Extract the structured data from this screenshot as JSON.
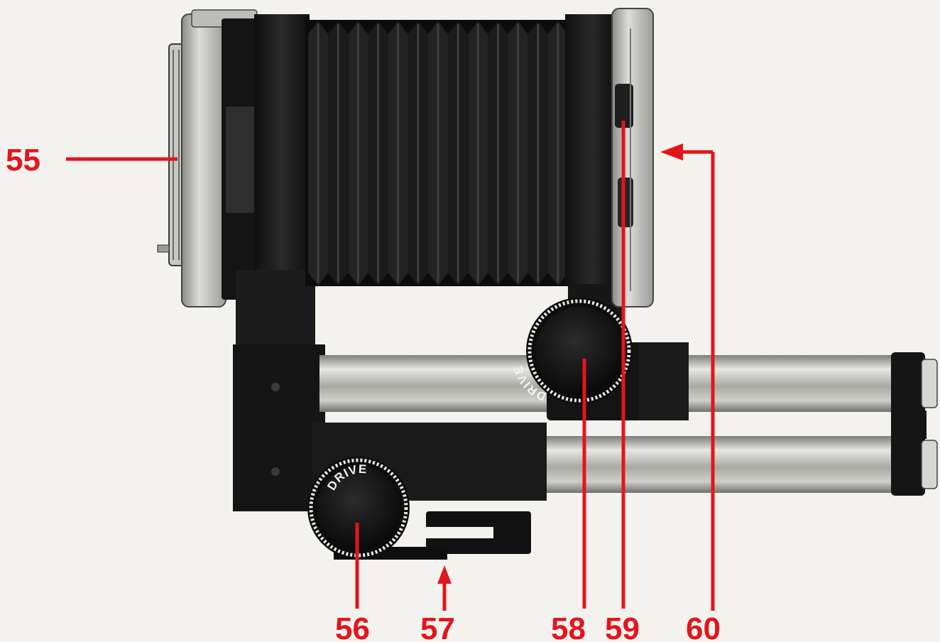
{
  "colors": {
    "callout": "#e3151c",
    "background": "#f4f2ee",
    "body": "#1a1a1a",
    "chrome": "#b7b7b2"
  },
  "knobs": {
    "front_knob_label": "DRIVE",
    "rear_knob_label": "DRIVE"
  },
  "callouts": [
    {
      "id": "55",
      "label": "55"
    },
    {
      "id": "56",
      "label": "56"
    },
    {
      "id": "57",
      "label": "57"
    },
    {
      "id": "58",
      "label": "58"
    },
    {
      "id": "59",
      "label": "59"
    },
    {
      "id": "60",
      "label": "60"
    }
  ]
}
